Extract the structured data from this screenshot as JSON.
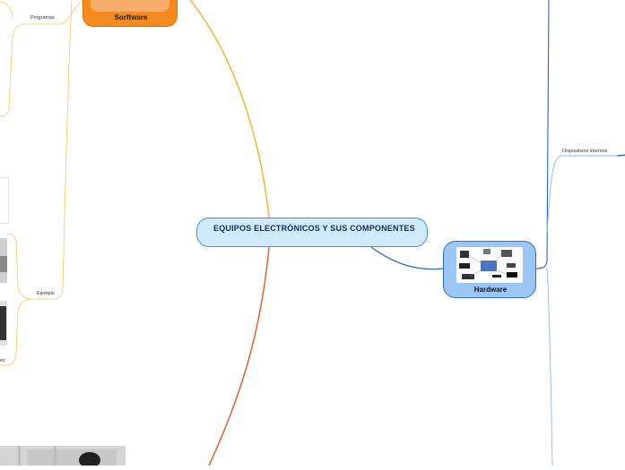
{
  "central": {
    "title": "EQUIPOS ELECTRÓNICOS Y SUS COMPONENTES"
  },
  "software": {
    "label": "Sorftware",
    "color": "#f58a1f"
  },
  "hardware": {
    "label": "Hardware",
    "color": "#9cc6f5"
  },
  "topics": {
    "programas": "Programas",
    "ejemplo": "Ejemplo",
    "dispositivos_internos": "Dispositivos internos",
    "truncated_es": "es"
  },
  "colors": {
    "orange_branch": "#f2b21e",
    "red_branch": "#e8562a",
    "blue_branch": "#2a64c8",
    "light_blue_branch": "#8fb8e8",
    "yellow_branch": "#f7c65a"
  }
}
